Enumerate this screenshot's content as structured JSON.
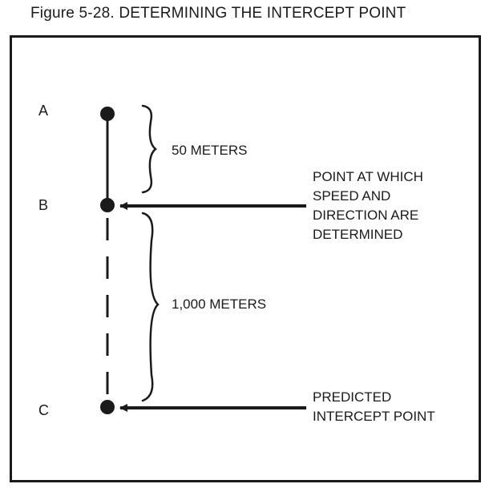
{
  "figure": {
    "title": "Figure 5-28. DETERMINING THE INTERCEPT POINT"
  },
  "points": {
    "a": "A",
    "b": "B",
    "c": "C"
  },
  "distances": {
    "a_to_b": "50 METERS",
    "b_to_c": "1,000 METERS"
  },
  "callouts": {
    "b_lines": [
      "POINT AT WHICH",
      "SPEED AND",
      "DIRECTION ARE",
      "DETERMINED"
    ],
    "c_lines": [
      "PREDICTED",
      "INTERCEPT POINT"
    ]
  },
  "colors": {
    "ink": "#1a1a1a",
    "background": "#ffffff"
  }
}
